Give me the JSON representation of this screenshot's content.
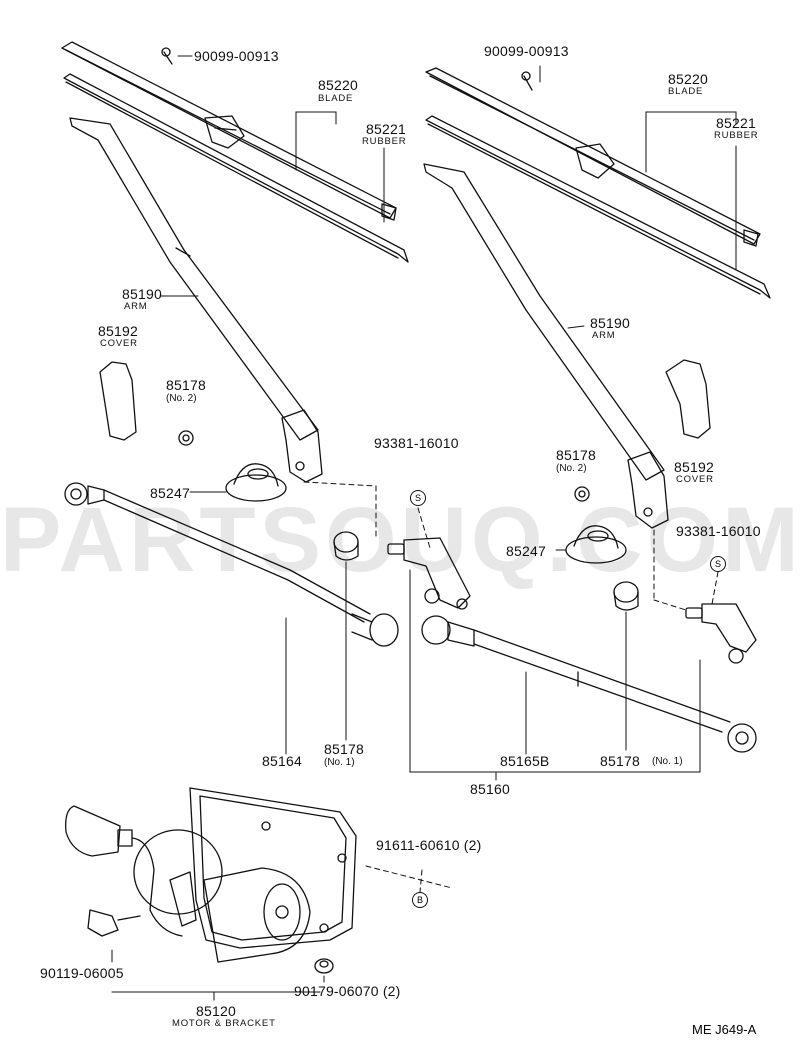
{
  "watermark": "PARTSOUQ.COM",
  "diagram_code": "ME J649-A",
  "symbols": {
    "s": "S",
    "b": "B"
  },
  "parts": {
    "bolt_left": {
      "number": "90099-00913"
    },
    "bolt_right": {
      "number": "90099-00913"
    },
    "blade_left": {
      "number": "85220",
      "name": "BLADE"
    },
    "blade_right": {
      "number": "85220",
      "name": "BLADE"
    },
    "rubber_left": {
      "number": "85221",
      "name": "RUBBER"
    },
    "rubber_right": {
      "number": "85221",
      "name": "RUBBER"
    },
    "arm_left": {
      "number": "85190",
      "name": "ARM"
    },
    "arm_right": {
      "number": "85190",
      "name": "ARM"
    },
    "cover_left": {
      "number": "85192",
      "name": "COVER"
    },
    "cover_right": {
      "number": "85192",
      "name": "COVER"
    },
    "nut_no2_left": {
      "number": "85178",
      "qualifier": "(No. 2)"
    },
    "nut_no2_right": {
      "number": "85178",
      "qualifier": "(No. 2)"
    },
    "cap_left": {
      "number": "85247"
    },
    "cap_right": {
      "number": "85247"
    },
    "pivot_left": {
      "number": "93381-16010"
    },
    "pivot_right": {
      "number": "93381-16010"
    },
    "link_85164": {
      "number": "85164"
    },
    "bushing_no1_left": {
      "number": "85178",
      "qualifier": "(No. 1)"
    },
    "link_85165b": {
      "number": "85165B"
    },
    "bushing_no1_right": {
      "number": "85178",
      "qualifier": "(No. 1)"
    },
    "link_assy": {
      "number": "85160"
    },
    "bolt_91611": {
      "number": "91611-60610 (2)"
    },
    "bolt_90119": {
      "number": "90119-06005"
    },
    "nut_90179": {
      "number": "90179-06070 (2)"
    },
    "motor": {
      "number": "85120",
      "name": "MOTOR & BRACKET"
    }
  }
}
